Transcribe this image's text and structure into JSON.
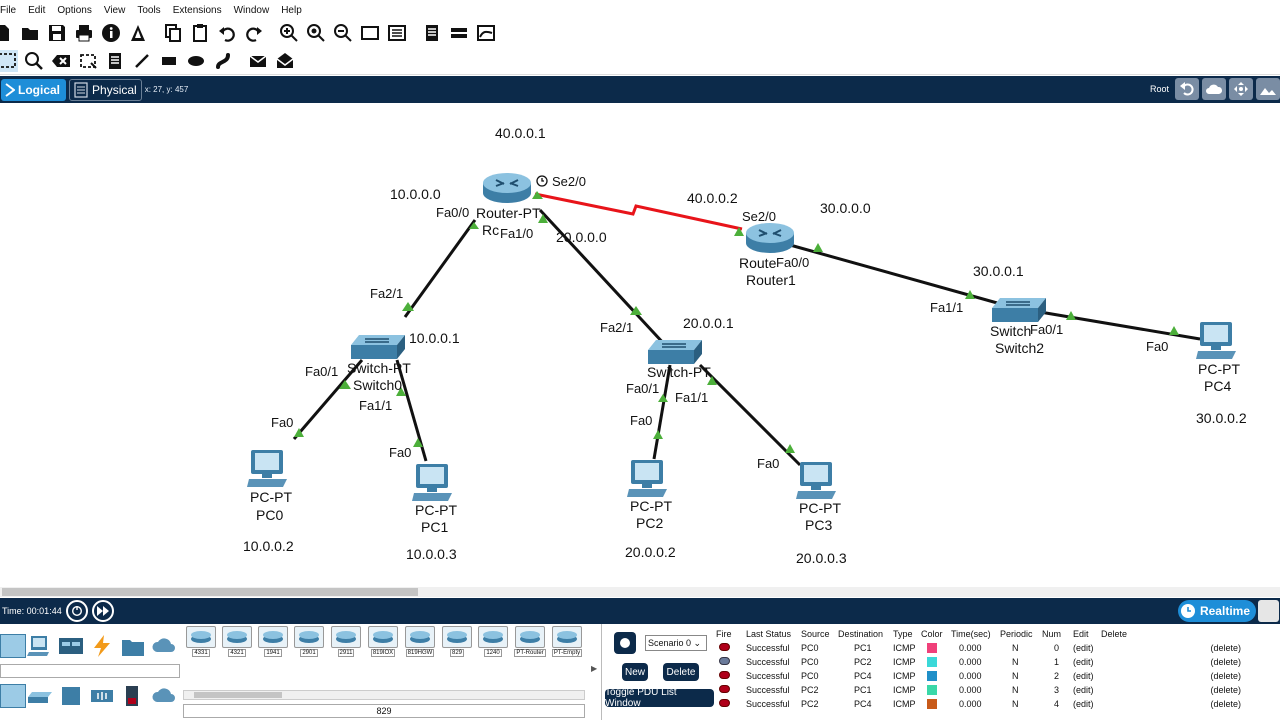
{
  "menu": [
    "File",
    "Edit",
    "Options",
    "View",
    "Tools",
    "Extensions",
    "Window",
    "Help"
  ],
  "tabs": {
    "logical": "Logical",
    "physical": "Physical",
    "coords": "x: 27, y: 457",
    "root": "Root"
  },
  "network": {
    "labels": {
      "net_40_top": "40.0.0.1",
      "net_10": "10.0.0.0",
      "net_20": "20.0.0.0",
      "net_40_r1": "40.0.0.2",
      "net_30": "30.0.0.0",
      "sw0_ip": "10.0.0.1",
      "sw1_ip": "20.0.0.1",
      "sw2_ip": "30.0.0.1",
      "pc0_ip": "10.0.0.2",
      "pc1_ip": "10.0.0.3",
      "pc2_ip": "20.0.0.2",
      "pc3_ip": "20.0.0.3",
      "pc4_ip": "30.0.0.2"
    },
    "ports": {
      "r0_se20": "Se2/0",
      "r0_fa00": "Fa0/0",
      "r0_fa10": "Fa1/0",
      "r1_se20": "Se2/0",
      "r1_fa00": "Fa0/0",
      "sw0_fa21": "Fa2/1",
      "sw0_fa01": "Fa0/1",
      "sw0_fa11": "Fa1/1",
      "pc0_fa0": "Fa0",
      "pc1_fa0": "Fa0",
      "sw1_fa21": "Fa2/1",
      "sw1_fa01": "Fa0/1",
      "sw1_fa11": "Fa1/1",
      "pc2_fa0": "Fa0",
      "pc3_fa0": "Fa0",
      "sw2_fa11": "Fa1/1",
      "sw2_fa01": "Fa0/1",
      "pc4_fa0": "Fa0"
    },
    "devices": {
      "r0_type": "Router-PT",
      "r0_name": "Rc",
      "r1_type": "Route",
      "r1_name": "Router1",
      "sw0_type": "Switch-PT",
      "sw0_name": "Switch0",
      "sw1_type": "Switch-PT",
      "sw2_type": "Switch",
      "sw2_name": "Switch2",
      "pc0_type": "PC-PT",
      "pc0_name": "PC0",
      "pc1_type": "PC-PT",
      "pc1_name": "PC1",
      "pc2_type": "PC-PT",
      "pc2_name": "PC2",
      "pc3_type": "PC-PT",
      "pc3_name": "PC3",
      "pc4_type": "PC-PT",
      "pc4_name": "PC4"
    },
    "colors": {
      "copper": "#111111",
      "serial": "#e8141a",
      "link_up": "#4caf3a"
    }
  },
  "timebar": {
    "time": "Time: 00:01:44",
    "realtime": "Realtime"
  },
  "device_models": [
    "4331",
    "4321",
    "1941",
    "2901",
    "2911",
    "819IOX",
    "819HGW",
    "829",
    "1240",
    "PT-Router",
    "PT-Empty"
  ],
  "model_caption": "829",
  "scenario": {
    "select": "Scenario 0",
    "new": "New",
    "delete": "Delete",
    "toggle": "Toggle PDU List Window"
  },
  "pdu": {
    "headers": [
      "Fire",
      "Last Status",
      "Source",
      "Destination",
      "Type",
      "Color",
      "Time(sec)",
      "Periodic",
      "Num",
      "Edit",
      "Delete"
    ],
    "rows": [
      {
        "status": "Successful",
        "source": "PC0",
        "destination": "PC1",
        "type": "ICMP",
        "color": "#f0407a",
        "time": "0.000",
        "periodic": "N",
        "num": "0",
        "edit": "(edit)",
        "delete": "(delete)"
      },
      {
        "status": "Successful",
        "source": "PC0",
        "destination": "PC2",
        "type": "ICMP",
        "color": "#3ad8d8",
        "time": "0.000",
        "periodic": "N",
        "num": "1",
        "edit": "(edit)",
        "delete": "(delete)"
      },
      {
        "status": "Successful",
        "source": "PC0",
        "destination": "PC4",
        "type": "ICMP",
        "color": "#1f8fc8",
        "time": "0.000",
        "periodic": "N",
        "num": "2",
        "edit": "(edit)",
        "delete": "(delete)"
      },
      {
        "status": "Successful",
        "source": "PC2",
        "destination": "PC1",
        "type": "ICMP",
        "color": "#3ad8a8",
        "time": "0.000",
        "periodic": "N",
        "num": "3",
        "edit": "(edit)",
        "delete": "(delete)"
      },
      {
        "status": "Successful",
        "source": "PC2",
        "destination": "PC4",
        "type": "ICMP",
        "color": "#c85a1a",
        "time": "0.000",
        "periodic": "N",
        "num": "4",
        "edit": "(edit)",
        "delete": "(delete)"
      }
    ]
  }
}
